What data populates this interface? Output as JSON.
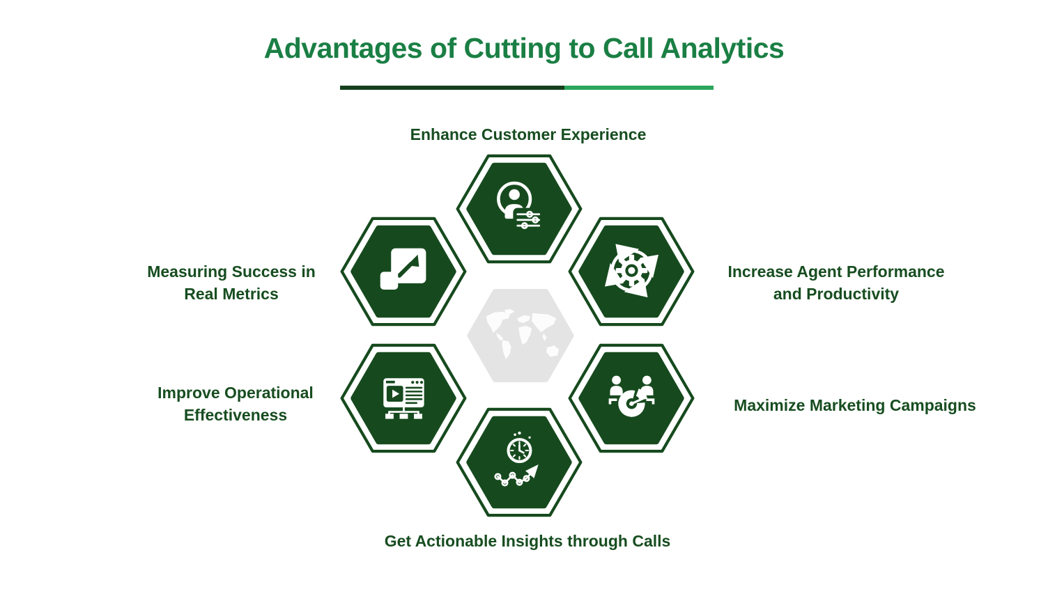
{
  "title": "Advantages of Cutting to Call Analytics",
  "colors": {
    "title_green": "#1a7f44",
    "divider_dark": "#16401d",
    "divider_light": "#2ba55c",
    "hex_dark": "#164a1e",
    "label_dark": "#174d20",
    "center_gray": "#e4e4e4",
    "background": "#ffffff",
    "icon_white": "#ffffff"
  },
  "center": {
    "icon": "world-map-icon"
  },
  "items": [
    {
      "id": "customer-experience",
      "position": "top",
      "icon": "person-settings-icon",
      "label": "Enhance Customer Experience"
    },
    {
      "id": "success-metrics",
      "position": "upper-left",
      "icon": "scale-expand-icon",
      "label": "Measuring Success in\nReal Metrics"
    },
    {
      "id": "agent-performance",
      "position": "upper-right",
      "icon": "gear-sync-icon",
      "label": "Increase Agent Performance\nand Productivity"
    },
    {
      "id": "operational",
      "position": "lower-left",
      "icon": "media-flowchart-icon",
      "label": "Improve Operational\nEffectiveness"
    },
    {
      "id": "marketing",
      "position": "lower-right",
      "icon": "people-pie-chart-icon",
      "label": "Maximize Marketing Campaigns"
    },
    {
      "id": "insights",
      "position": "bottom",
      "icon": "stopwatch-trend-icon",
      "label": "Get Actionable Insights through Calls"
    }
  ]
}
